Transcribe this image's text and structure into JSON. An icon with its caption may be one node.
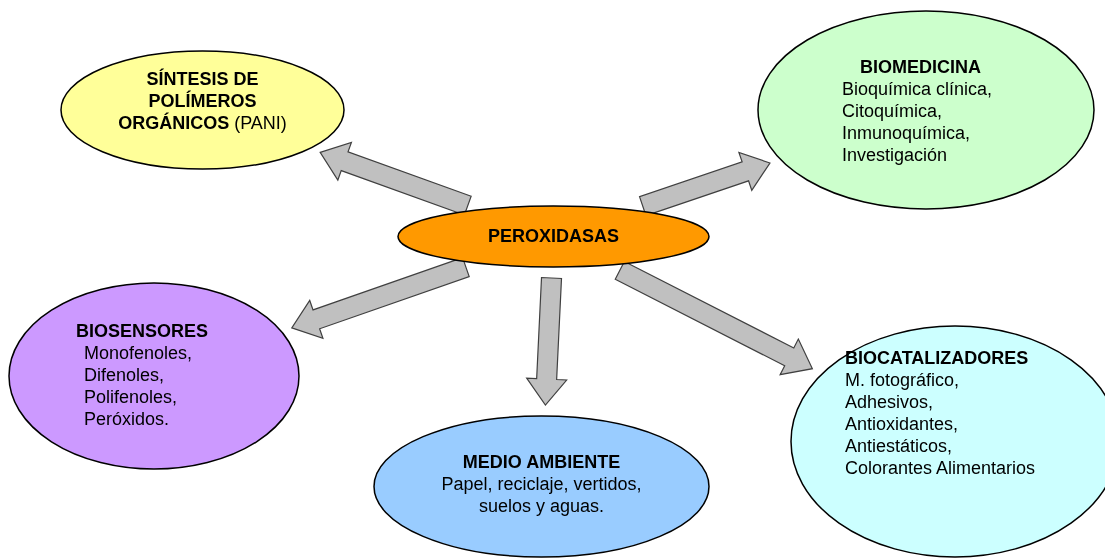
{
  "diagram": {
    "nodes": [
      {
        "text": [
          "PEROXIDASAS"
        ]
      },
      {
        "text": [
          "**SÍNTESIS DE POLÍMEROS ORGÁNICOS** (PANI)"
        ]
      },
      {
        "text": [
          "BIOMEDICINA",
          "Bioquímica clínica, Citoquímica, Inmunoquímica, Investigación"
        ]
      },
      {
        "text": [
          "BIOSENSORES",
          "Monofenoles, Difenoles, Polifenoles, Peróxidos."
        ]
      },
      {
        "text": [
          "MEDIO AMBIENTE",
          "Papel, reciclaje, vertidos, suelos y aguas."
        ]
      },
      {
        "text": [
          "BIOCATALIZADORES",
          "M. fotográfico, Adhesivos, Antioxidantes, Antiestáticos, Colorantes Alimentarios"
        ]
      }
    ],
    "edges": [
      {
        "from": 0,
        "to": 1,
        "arrow": "to"
      },
      {
        "from": 0,
        "to": 2,
        "arrow": "to"
      },
      {
        "from": 0,
        "to": 3,
        "arrow": "to"
      },
      {
        "from": 0,
        "to": 4,
        "arrow": "to"
      },
      {
        "from": 0,
        "to": 5,
        "arrow": "to"
      }
    ]
  }
}
